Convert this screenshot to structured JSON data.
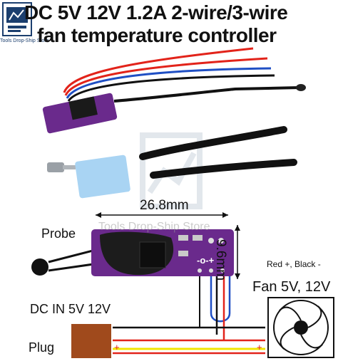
{
  "title_line1": "DC 5V 12V 1.2A 2-wire/3-wire",
  "title_line2": "fan temperature controller",
  "logo_text": "Tools Drop-Ship Store",
  "watermark_text": "Tools Drop-Ship Store",
  "dimensions": {
    "length": "26.8mm",
    "width": "9.6mm"
  },
  "labels": {
    "probe": "Probe",
    "wire_colors": "Red +, Black -",
    "fan": "Fan 5V, 12V",
    "dc_in": "DC IN 5V 12V",
    "plug": "Plug",
    "board_marks": "-o-+",
    "minus": "-",
    "plus": "+"
  },
  "colors": {
    "pcb": "#6a2a8c",
    "wire_red": "#e2231a",
    "wire_blue": "#1f4fc4",
    "wire_black": "#111111",
    "wire_yellow": "#f2e600",
    "plug": "#a04a1c"
  }
}
